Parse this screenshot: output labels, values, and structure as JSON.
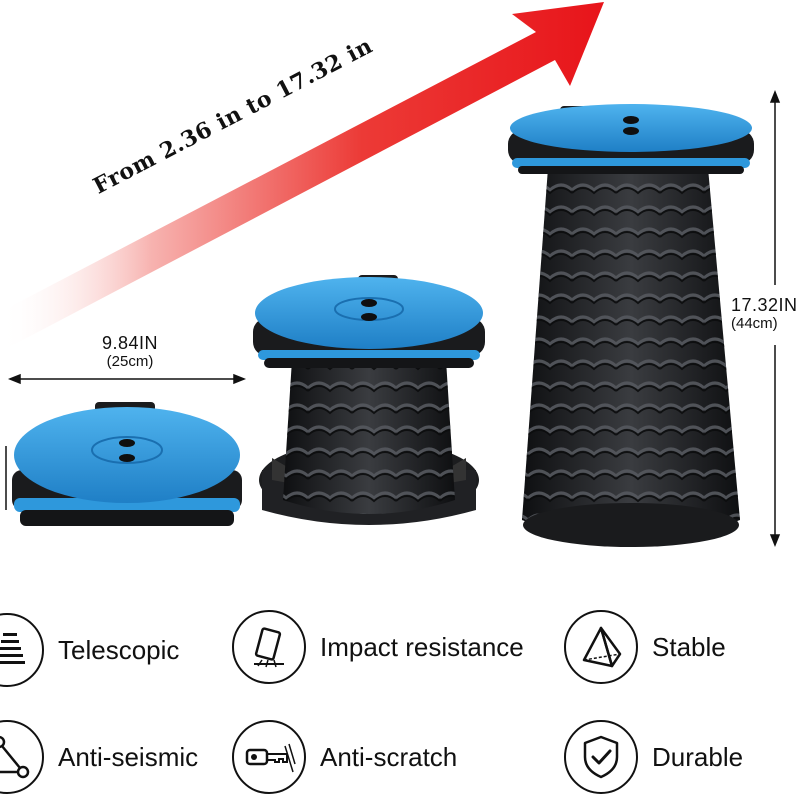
{
  "arrow_text": "From 2.36 in to 17.32 in",
  "dimensions": {
    "width": {
      "value": "9.84IN",
      "metric": "(25cm)"
    },
    "height": {
      "value": "17.32IN",
      "metric": "(44cm)"
    }
  },
  "features": [
    {
      "label": "Telescopic",
      "icon": "telescopic-icon"
    },
    {
      "label": "Impact resistance",
      "icon": "phone-impact-icon"
    },
    {
      "label": "Stable",
      "icon": "pyramid-icon"
    },
    {
      "label": "Anti-seismic",
      "icon": "triangle-network-icon"
    },
    {
      "label": "Anti-scratch",
      "icon": "key-scratch-icon"
    },
    {
      "label": "Durable",
      "icon": "shield-check-icon"
    }
  ],
  "colors": {
    "seat_blue": "#2e98dc",
    "body_black": "#1e1f22",
    "arrow_red": "#e8141a"
  }
}
